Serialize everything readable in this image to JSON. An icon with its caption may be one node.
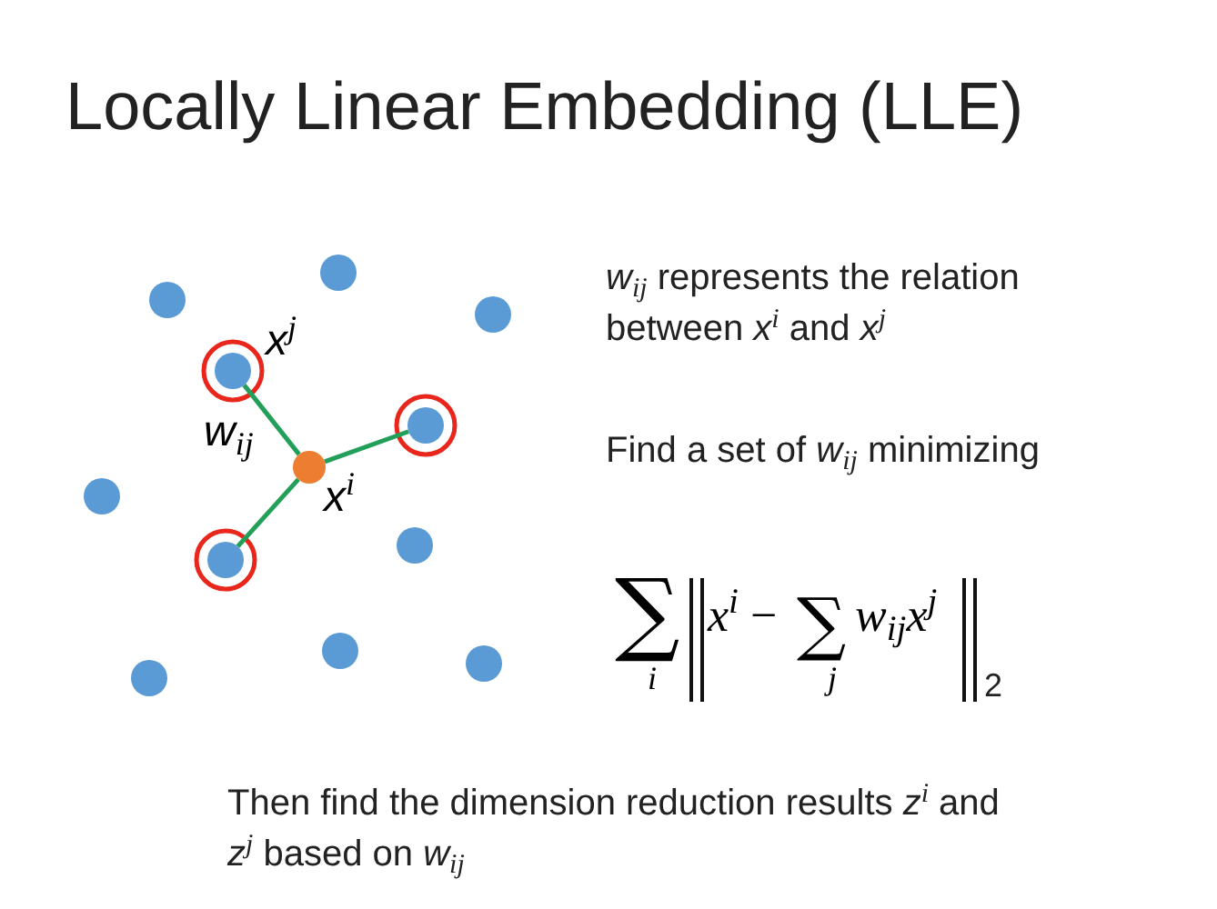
{
  "diagram": {
    "title": "Locally Linear Embedding (LLE)",
    "nodes": [
      {
        "text": [],
        "shape": "circle"
      },
      {
        "text": [],
        "shape": "circle"
      },
      {
        "text": [],
        "shape": "circle"
      },
      {
        "text": [],
        "shape": "circle",
        "beside": [
          "*x*$^{j}$"
        ]
      },
      {
        "text": [],
        "shape": "circle"
      },
      {
        "text": [],
        "shape": "circle",
        "beside": [
          "*x*$^{i}$"
        ]
      },
      {
        "text": [],
        "shape": "circle"
      },
      {
        "text": [],
        "shape": "circle"
      },
      {
        "text": [],
        "shape": "circle"
      },
      {
        "text": [],
        "shape": "circle"
      },
      {
        "text": [],
        "shape": "circle"
      },
      {
        "text": [],
        "shape": "circle"
      }
    ],
    "edges": [
      {
        "from": 5,
        "to": 3,
        "arrow": "none",
        "label": "*w*$_{ij}$"
      },
      {
        "from": 5,
        "to": 4,
        "arrow": "none"
      },
      {
        "from": 5,
        "to": 8,
        "arrow": "none"
      }
    ],
    "labels": [
      "*w*$_{ij}$ represents the relation between *x*$^{i}$ and *x*$^{j}$",
      "Find a set of *w*$_{ij}$ minimizing",
      "∑",
      "*i*",
      "*x*$^{i}$ −",
      "∑",
      "*j*",
      "*w*$_{ij}$*x*$^{j}$",
      "2",
      "Then find the dimension reduction results *z*$^{i}$ and *z*$^{j}$ based on *w*$_{ij}$"
    ]
  }
}
